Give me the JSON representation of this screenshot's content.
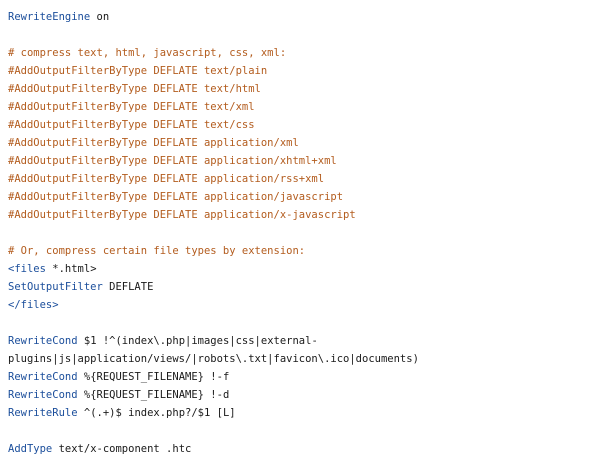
{
  "code": {
    "lines": [
      {
        "kw": "RewriteEngine",
        "rest": " on"
      },
      {
        "blank": true
      },
      {
        "comment": "# compress text, html, javascript, css, xml:"
      },
      {
        "comment": "#AddOutputFilterByType DEFLATE text/plain"
      },
      {
        "comment": "#AddOutputFilterByType DEFLATE text/html"
      },
      {
        "comment": "#AddOutputFilterByType DEFLATE text/xml"
      },
      {
        "comment": "#AddOutputFilterByType DEFLATE text/css"
      },
      {
        "comment": "#AddOutputFilterByType DEFLATE application/xml"
      },
      {
        "comment": "#AddOutputFilterByType DEFLATE application/xhtml+xml"
      },
      {
        "comment": "#AddOutputFilterByType DEFLATE application/rss+xml"
      },
      {
        "comment": "#AddOutputFilterByType DEFLATE application/javascript"
      },
      {
        "comment": "#AddOutputFilterByType DEFLATE application/x-javascript"
      },
      {
        "blank": true
      },
      {
        "comment": "# Or, compress certain file types by extension:"
      },
      {
        "tag": "<files",
        "rest": " *.html>"
      },
      {
        "kw": "SetOutputFilter",
        "rest": " DEFLATE"
      },
      {
        "tag": "</files>",
        "rest": ""
      },
      {
        "blank": true
      },
      {
        "kw": "RewriteCond",
        "rest": " $1 !^(index\\.php|images|css|external-"
      },
      {
        "plain": "plugins|js|application/views/|robots\\.txt|favicon\\.ico|documents)"
      },
      {
        "kw": "RewriteCond",
        "rest": " %{REQUEST_FILENAME} !-f"
      },
      {
        "kw": "RewriteCond",
        "rest": " %{REQUEST_FILENAME} !-d"
      },
      {
        "kw": "RewriteRule",
        "rest": " ^(.+)$ index.php?/$1 [L]"
      },
      {
        "blank": true
      },
      {
        "kw": "AddType",
        "rest": " text/x-component .htc"
      }
    ]
  },
  "colors": {
    "keyword": "#1b4e9b",
    "comment": "#b35c1e",
    "text": "#1a1a1a",
    "background": "#ffffff"
  }
}
